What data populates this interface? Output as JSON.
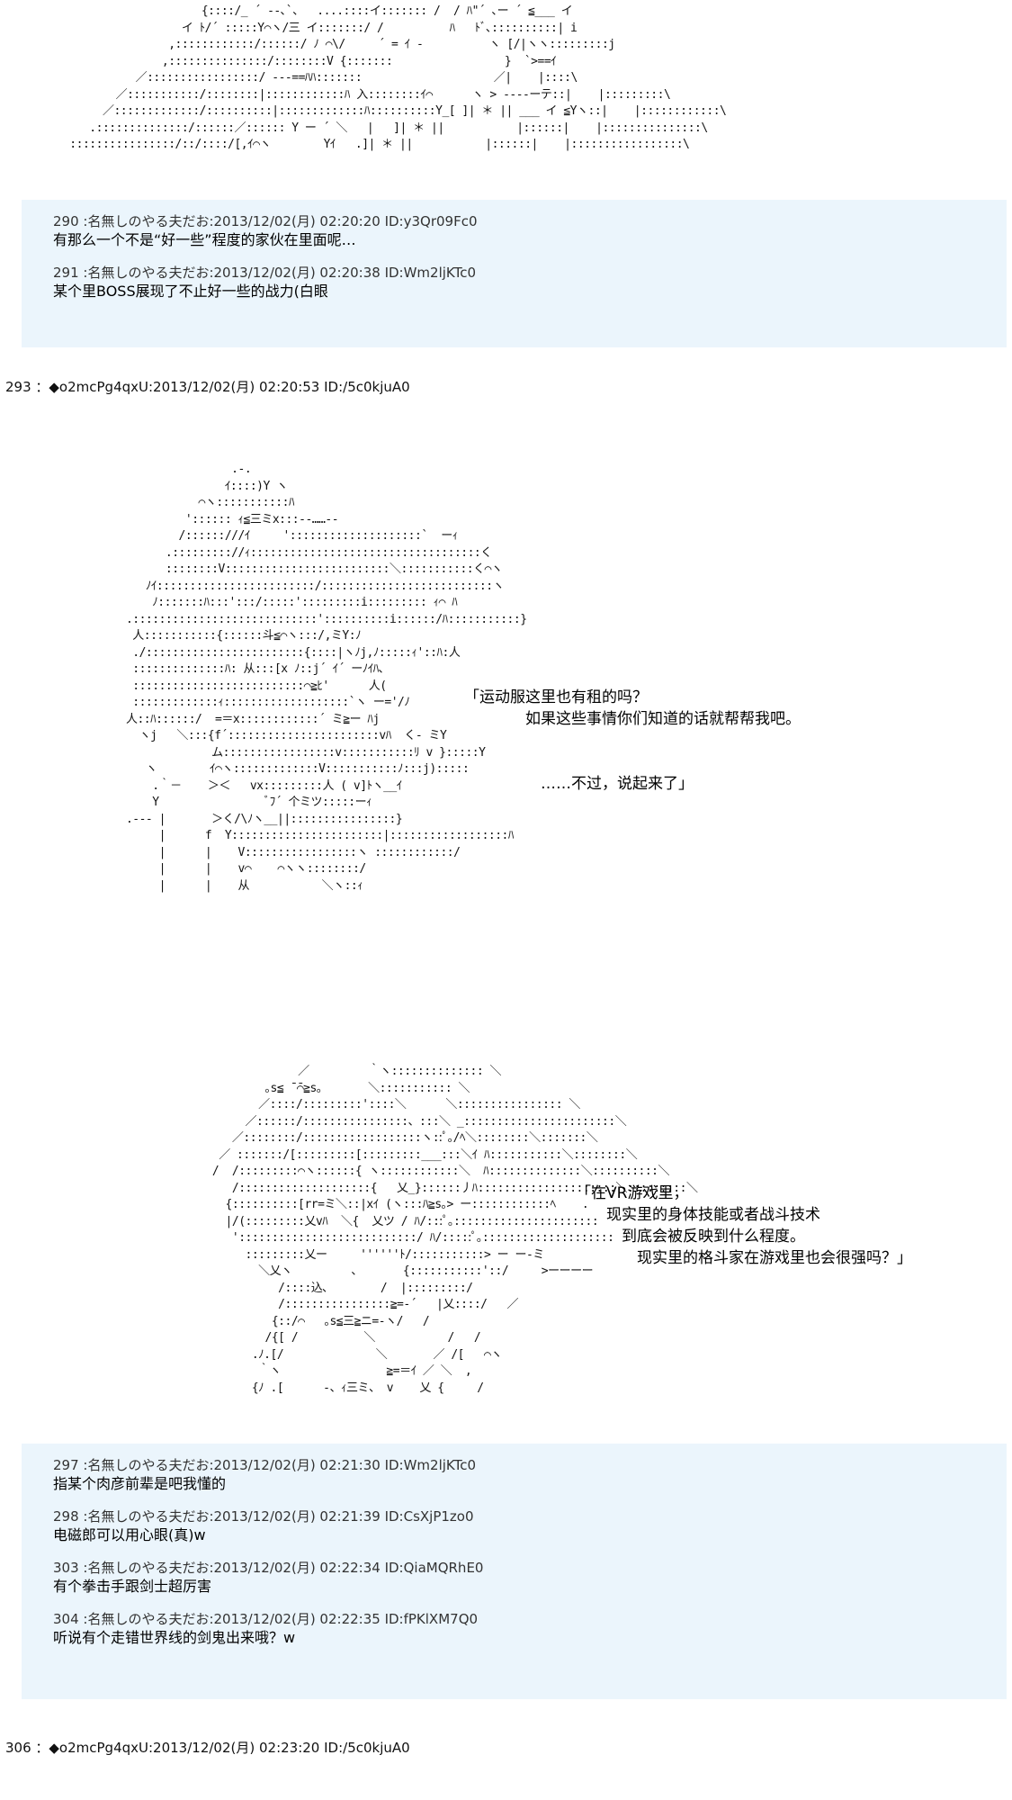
{
  "art": {
    "top": [
      "                        {::::/_ ´ --､`、  ....::::イ::::::: /  / ﾊ\"´ ､ー ´ ≦___ イ",
      "                     イ ﾄ/´ :::::Y⌒ヽ/三 イ:::::::/ /          ﾊ   ﾄﾞ､::::::::::| i",
      "                   ,::::::::::::/::::::/ ﾉ ⌒\\/     ´ = ｲ -          ヽ [/|ヽヽ:::::::::j",
      "                  ,:::::::::::::::/::::::::V {:::::::                 }  `>==ｲ",
      "              ／:::::::::::::::::/ ---==ﾊﾊ:::::::                    ／|    |::::\\",
      "           ／:::::::::::/::::::::|::::::::::::ﾊ 入::::::::ｲ⌒      ヽ > ----ーテ::|    |:::::::::\\",
      "         ／:::::::::::::/::::::::::|:::::::::::::ﾊ::::::::::Y_[ ]| ＊ || ___ イ ≦Yヽ::|    |::::::::::::\\",
      "       .::::::::::::::/::::::／:::::: Y ー ´ ＼   |   ]| ＊ ||           |::::::|    |:::::::::::::::\\",
      "    ::::::::::::::::/::/::::/[,ｲ⌒ヽ        Yｲ   .]| ＊ ||           |::::::|    |:::::::::::::::::\\"
    ],
    "a": [
      "                         .-.",
      "                        ｲ::::)Y ヽ",
      "                    ⌒ヽ:::::::::::ﾊ",
      "                  ':::::: ｨ≦三ミx:::--……--",
      "                 /::::::///ｲ     '::::::::::::::::::::`  ーｨ",
      "               .::::::::://ｨ:::::::::::::::::::::::::::::::::::く",
      "               ::::::::V:::::::::::::::::::::::::＼:::::::::::く⌒ヽ",
      "            ﾉｲ::::::::::::::::::::::::/::::::::::::::::::::::::::ヽ",
      "             ﾉ:::::::ﾊ:::':::/:::::':::::::::i::::::::: ｨ⌒ ﾊ",
      "         .::::::::::::::::::::::::::::'::::::::::i::::::/ﾊ:::::::::::}",
      "          人:::::::::::{::::::斗≦⌒ヽ:::/,ミY:ﾉ",
      "          ./::::::::::::::::::::::::{::::|ヽﾉj,ﾉ:::::ｨ'::ﾊ:人",
      "          ::::::::::::::ﾊ: 从:::[x ﾉ::j´ ｲ´ ーﾉｲﾊ､",
      "          ::::::::::::::::::::::::::⌒≧ﾋ'      人(",
      "          :::::::::::::ｨ:::::::::::::::::::`ヽ ー='/ﾉ",
      "         人::ﾊ::::::/  =＝x::::::::::::´ ミ≧ー ﾊj",
      "           ヽj   ＼:::{f´:::::::::::::::::::::::vﾊ  く- ミY",
      "                      ム:::::::::::::::::v:::::::::::ﾘ v }:::::Y",
      "            ヽ        ｲ⌒ヽ:::::::::::::V:::::::::::ﾉ:::j):::::",
      "             .｀－    ＞＜   vx:::::::::人 ( v]ﾄヽ__ｲ",
      "             Y                ﾞﾌ´ 个ミツ:::::ーｨ",
      "         .--- |       ＞く/\\ﾉヽ__||::::::::::::::::}",
      "              |      f  Y:::::::::::::::::::::::|::::::::::::::::::ﾊ",
      "              |      |    V:::::::::::::::::ヽ ::::::::::::/",
      "              |      |    v⌒    ⌒ヽヽ::::::::/",
      "              |      |    从           ＼ヽ::ｨ"
    ],
    "b": [
      "                            ／         ｀ヽ:::::::::::::: ＼",
      "                       ｡s≦ ̄ ̄⌒≧s｡       ＼::::::::::: ＼",
      "                      ／::::/:::::::::'::::＼      ＼:::::::::::::::: ＼",
      "                    ／::::::/::::::::::::::::、:::＼ _:::::::::::::::::::::::＼",
      "                  ／::::::::/::::::::::::::::::ヽ::ﾟ｡/ﾍ＼::::::::＼:::::::＼",
      "                ／ :::::::/[:::::::::[:::::::::___:::＼ｲ ﾊ:::::::::::＼::::::::＼",
      "               /  /:::::::::⌒ヽ::::::{ ヽ::::::::::::＼  ﾊ::::::::::::::＼::::::::::＼",
      "                  /::::::::::::::::::::{   乂_}::::::丿ﾊ:::::::::::::::::::::＼:::::::::＼",
      "                 {::::::::::[rr=ミ＼::|xｲ (ヽ:::ﾊ≧s｡> ー::::::::::::ﾍ    .",
      "                 |/(:::::::::乂vﾊ  ＼{  乂ツ / ﾊ/:::ﾟ｡::::::::::::::::::::::",
      "                  ':::::::::::::::::::::::::::/ ﾊ/:::::ﾟ｡::::::::::::::::::::",
      "                    :::::::::乂ー     ''''''ﾄ/:::::::::::> ー ー-ミ",
      "                      ＼乂ヽ         ､       {:::::::::::'::/     >ーーーー",
      "                         /::::込､        /  |:::::::::/",
      "                         /::::::::::::::::≧=-´   |乂::::/   ／",
      "                        {::/⌒   ｡s≦三≧ニ=-ヽ/   /",
      "                       /{[ /          ＼           /   /",
      "                     .ﾉ.[/              ＼       ／ /[   ⌒ヽ",
      "                      ｀ヽ                ≧=＝ｲ ／ ＼  ,",
      "                     {ﾉ .[      -、ｨ三ミ、 v    乂 {     /"
    ]
  },
  "boxes": {
    "first": [
      {
        "header": "290 :名無しのやる夫だお:2013/12/02(月) 02:20:20 ID:y3Qr09Fc0",
        "body": "有那么一个不是“好一些”程度的家伙在里面呢…"
      },
      {
        "header": "291 :名無しのやる夫だお:2013/12/02(月) 02:20:38 ID:Wm2ljKTc0",
        "body": "某个里BOSS展现了不止好一些的战力(白眼"
      }
    ],
    "second": [
      {
        "header": "297 :名無しのやる夫だお:2013/12/02(月) 02:21:30 ID:Wm2ljKTc0",
        "body": "指某个肉彦前辈是吧我懂的"
      },
      {
        "header": "298 :名無しのやる夫だお:2013/12/02(月) 02:21:39 ID:CsXjP1zo0",
        "body": "电磁郎可以用心眼(真)w"
      },
      {
        "header": "303 :名無しのやる夫だお:2013/12/02(月) 02:22:34 ID:QiaMQRhE0",
        "body": "有个拳击手跟剑士超厉害"
      },
      {
        "header": "304 :名無しのやる夫だお:2013/12/02(月) 02:22:35 ID:fPKlXM7Q0",
        "body": "听说有个走错世界线的剑鬼出来哦？w"
      }
    ]
  },
  "posts": {
    "p293": "293 ：◆o2mcPg4qxU:2013/12/02(月) 02:20:53 ID:/5c0kjuA0",
    "p306": "306 ：◆o2mcPg4qxU:2013/12/02(月) 02:23:20 ID:/5c0kjuA0"
  },
  "dialogue": {
    "a": "「运动服这里也有租的吗？\n　　　　如果这些事情你们知道的话就帮帮我吧。\n\n\n　　　　　……不过，说起来了」",
    "b": "「在VR游戏里，\n　　现实里的身体技能或者战斗技术\n　　　到底会被反映到什么程度。\n　　　　现实里的格斗家在游戏里也会很强吗？」"
  }
}
